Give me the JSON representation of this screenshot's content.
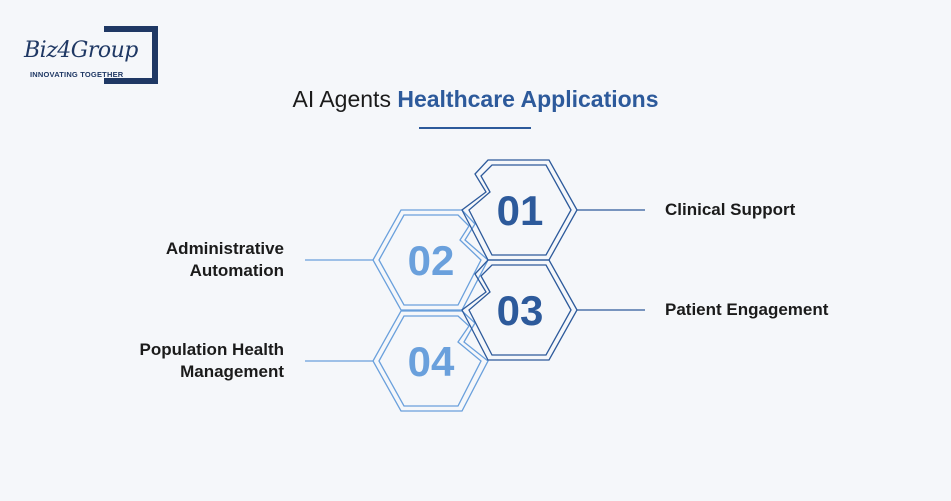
{
  "logo": {
    "wordmark": "Biz4Group",
    "tagline": "INNOVATING TOGETHER"
  },
  "title": {
    "plain": "AI Agents",
    "highlight": "Healthcare Applications"
  },
  "items": [
    {
      "number": "01",
      "label_line1": "Clinical Support",
      "label_line2": ""
    },
    {
      "number": "02",
      "label_line1": "Administrative",
      "label_line2": "Automation"
    },
    {
      "number": "03",
      "label_line1": "Patient Engagement",
      "label_line2": ""
    },
    {
      "number": "04",
      "label_line1": "Population Health",
      "label_line2": "Management"
    }
  ],
  "colors": {
    "dark_blue": "#2d5a9b",
    "light_blue": "#6aa0dc",
    "navy": "#1f3864"
  }
}
